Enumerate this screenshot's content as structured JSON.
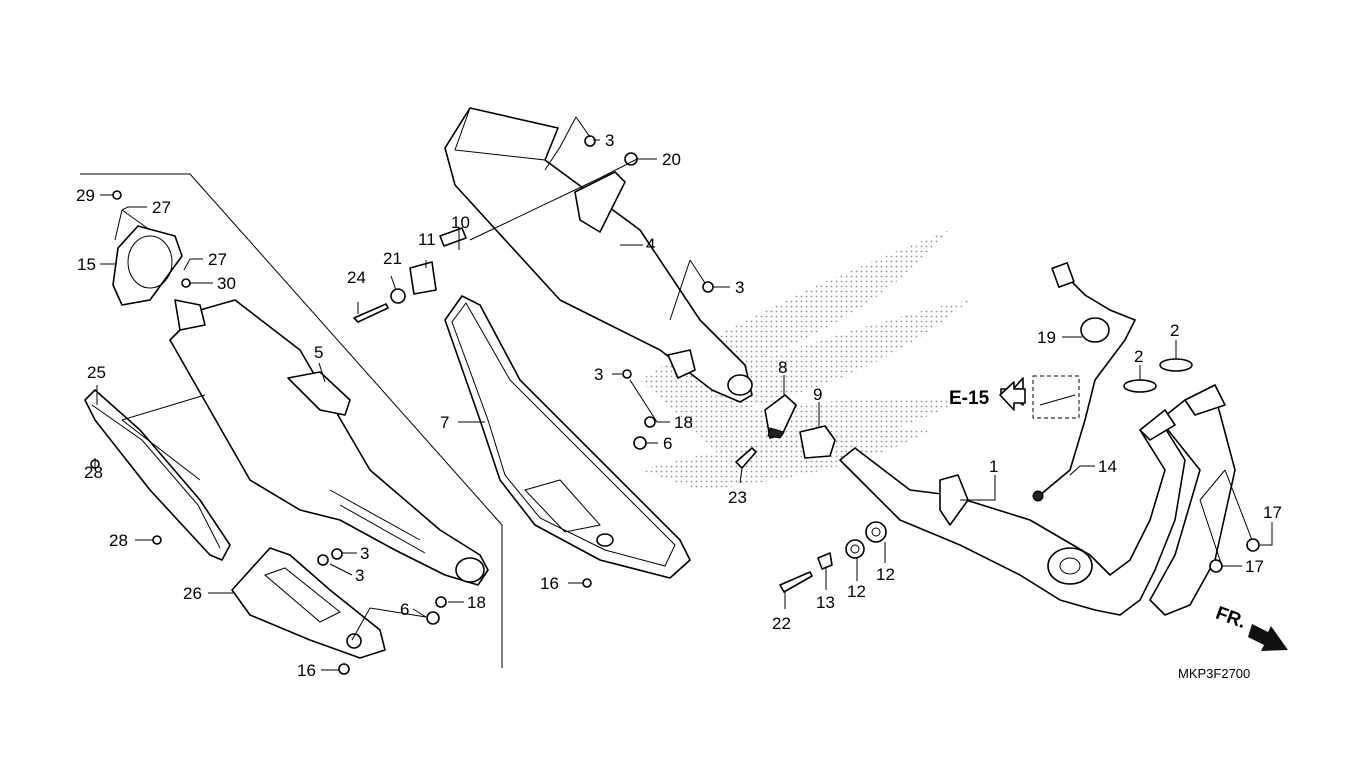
{
  "diagram": {
    "part_labels": [
      "3",
      "20",
      "4",
      "10",
      "11",
      "21",
      "24",
      "3",
      "3",
      "7",
      "18",
      "6",
      "8",
      "9",
      "23",
      "16",
      "29",
      "27",
      "27",
      "15",
      "30",
      "5",
      "25",
      "28",
      "28",
      "3",
      "3",
      "26",
      "6",
      "18",
      "16",
      "19",
      "2",
      "2",
      "1",
      "14",
      "17",
      "17",
      "13",
      "12",
      "12",
      "22"
    ],
    "reference_label": "E-15",
    "direction_label": "FR.",
    "diagram_code": "MKP3F2700"
  }
}
